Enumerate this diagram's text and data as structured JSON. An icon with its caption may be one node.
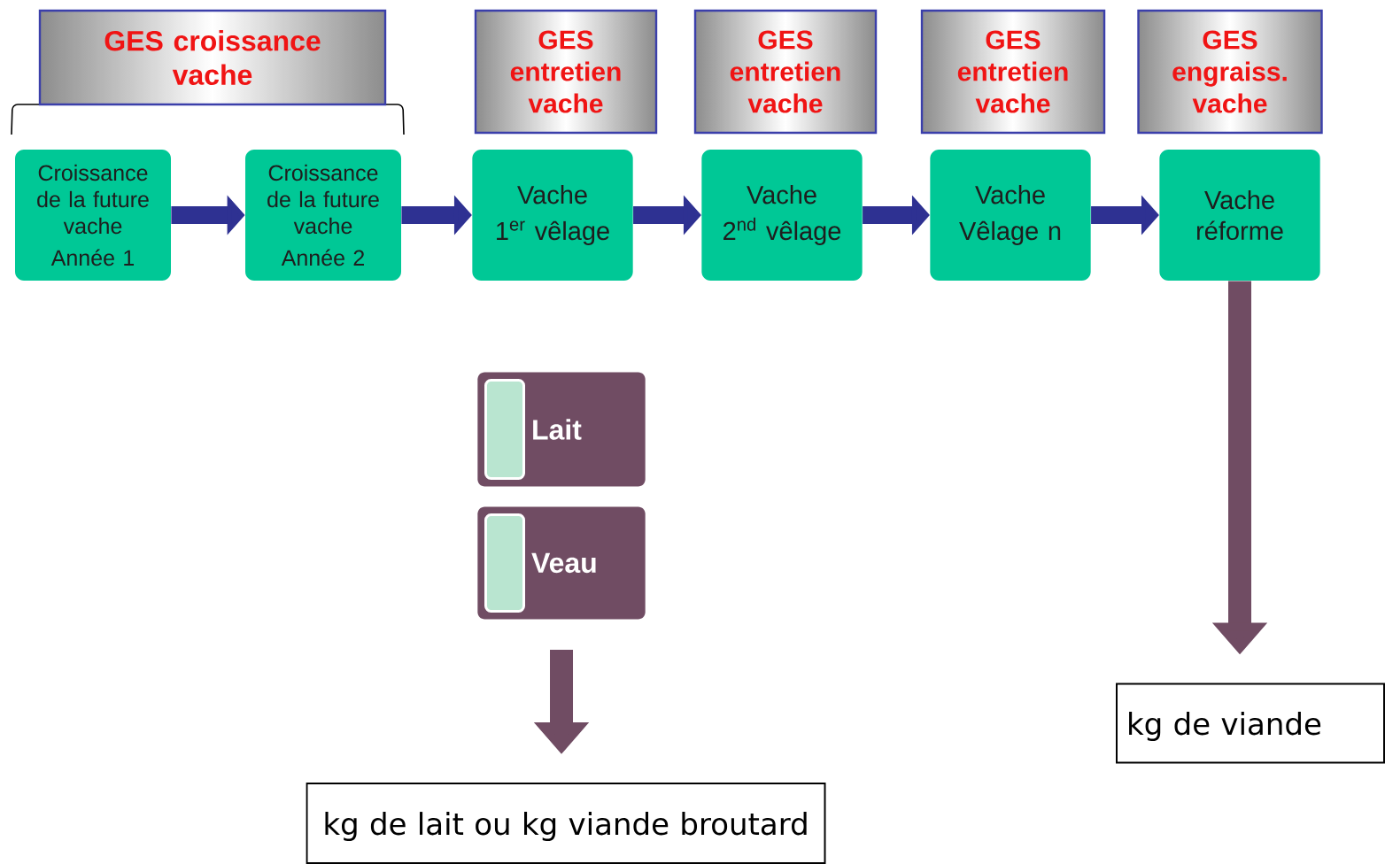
{
  "diagram": {
    "nodes": [
      {
        "text": [
          "GES croissance vache"
        ]
      },
      {
        "text": [
          "GES entretien vache"
        ]
      },
      {
        "text": [
          "GES entretien vache"
        ]
      },
      {
        "text": [
          "GES entretien vache"
        ]
      },
      {
        "text": [
          "GES engraiss. vache"
        ]
      },
      {
        "text": [
          "Croissance de la future vache",
          "Année 1"
        ]
      },
      {
        "text": [
          "Croissance de la future vache",
          "Année 2"
        ]
      },
      {
        "text": [
          "Vache",
          "1$^{er}$ vêlage"
        ]
      },
      {
        "text": [
          "Vache",
          "2$^{nd}$ vêlage"
        ]
      },
      {
        "text": [
          "Vache",
          "Vêlage n"
        ]
      },
      {
        "text": [
          "Vache réforme"
        ]
      },
      {
        "text": [
          "Lait"
        ]
      },
      {
        "text": [
          "Veau"
        ]
      },
      {
        "text": [
          "kg de lait ou kg viande broutard"
        ]
      },
      {
        "text": [
          "kg de viande"
        ]
      }
    ],
    "edges": [
      {
        "from": 5,
        "to": 6,
        "arrow": "to"
      },
      {
        "from": 6,
        "to": 7,
        "arrow": "to"
      },
      {
        "from": 7,
        "to": 8,
        "arrow": "to"
      },
      {
        "from": 8,
        "to": 9,
        "arrow": "to"
      },
      {
        "from": 9,
        "to": 10,
        "arrow": "to"
      },
      {
        "from": 12,
        "to": 13,
        "arrow": "to",
        "color": "#704c63"
      },
      {
        "from": 10,
        "to": 14,
        "arrow": "to",
        "color": "#704c63"
      }
    ]
  }
}
